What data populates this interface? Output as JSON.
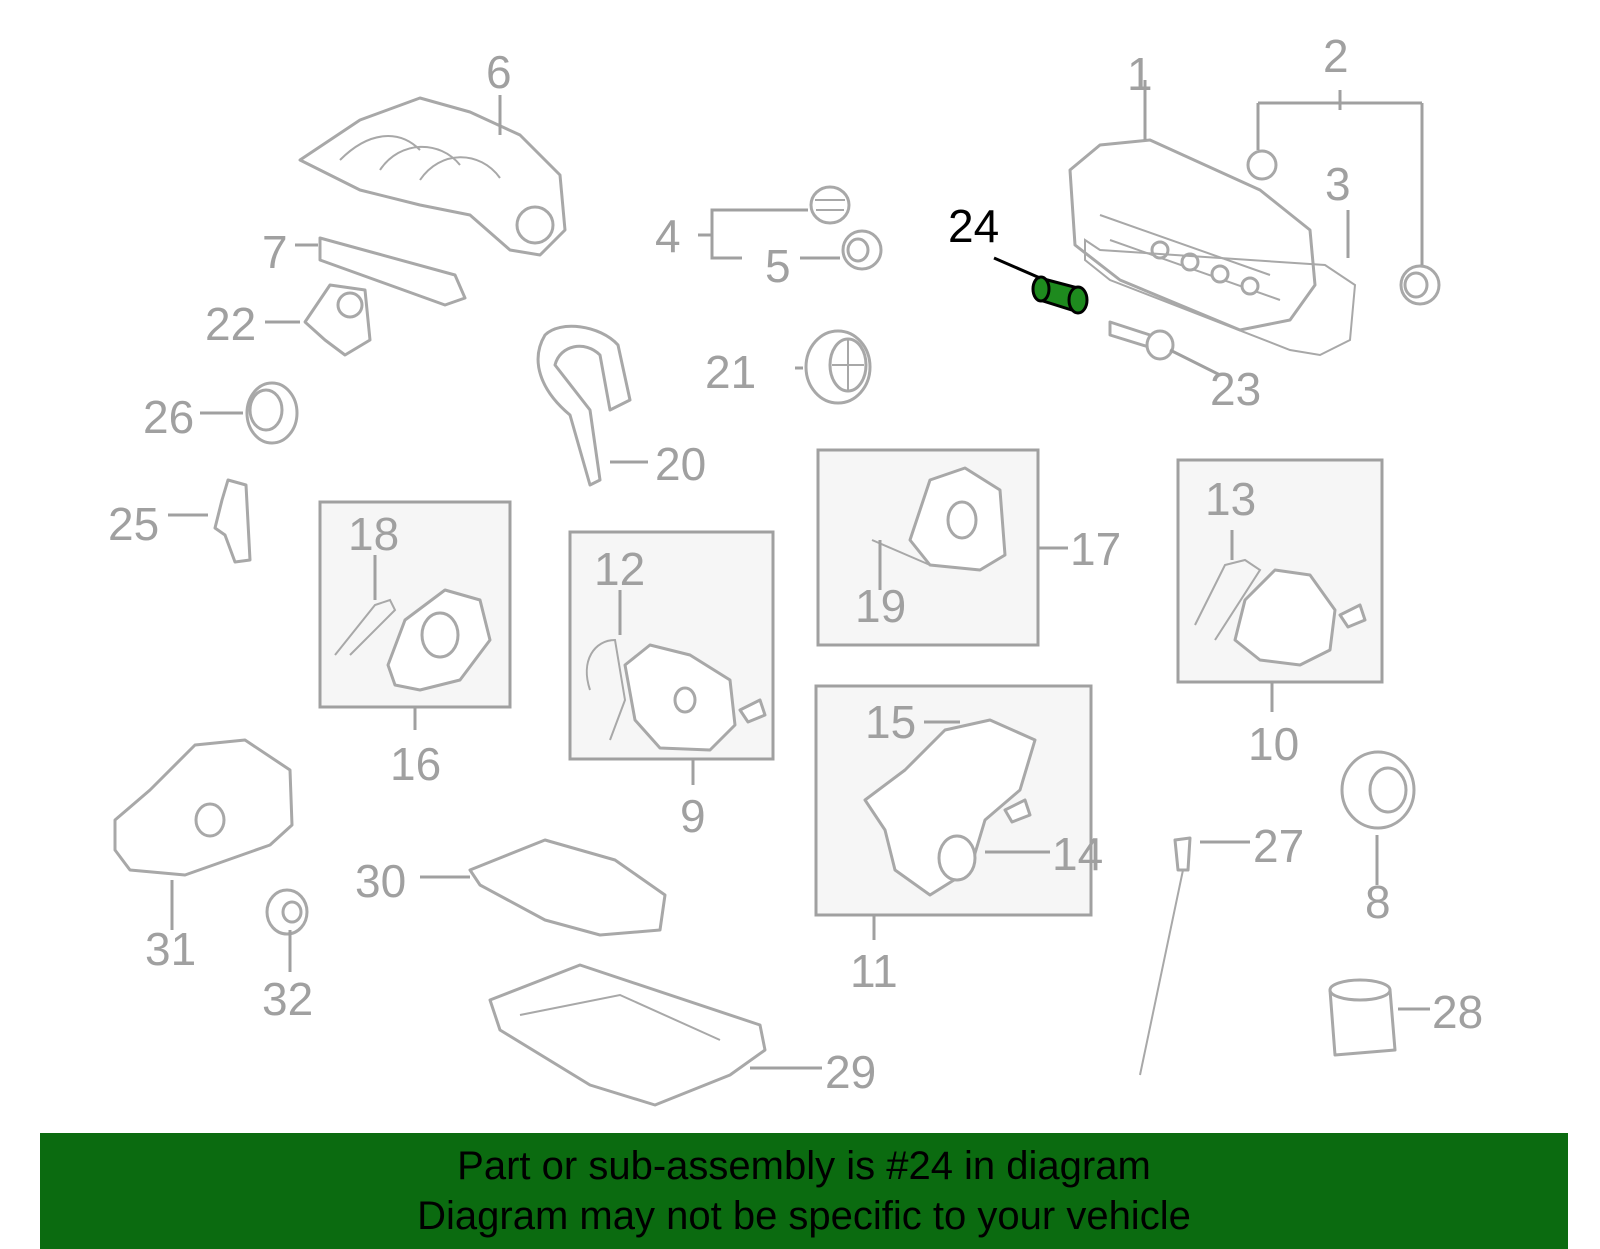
{
  "colors": {
    "callout_text": "#a0a0a0",
    "highlight_text": "#000000",
    "highlight_part": "#1e8a1e",
    "banner_background": "#0b6b10"
  },
  "highlighted_part": "24",
  "callouts": {
    "c1": "1",
    "c2": "2",
    "c3": "3",
    "c4": "4",
    "c5": "5",
    "c6": "6",
    "c7": "7",
    "c8": "8",
    "c9": "9",
    "c10": "10",
    "c11": "11",
    "c12": "12",
    "c13": "13",
    "c14": "14",
    "c15": "15",
    "c16": "16",
    "c17": "17",
    "c18": "18",
    "c19": "19",
    "c20": "20",
    "c21": "21",
    "c22": "22",
    "c23": "23",
    "c24": "24",
    "c25": "25",
    "c26": "26",
    "c27": "27",
    "c28": "28",
    "c29": "29",
    "c30": "30",
    "c31": "31",
    "c32": "32"
  },
  "banner": {
    "line1": "Part or sub-assembly is #24 in diagram",
    "line2": "Diagram may not be specific to your vehicle"
  }
}
